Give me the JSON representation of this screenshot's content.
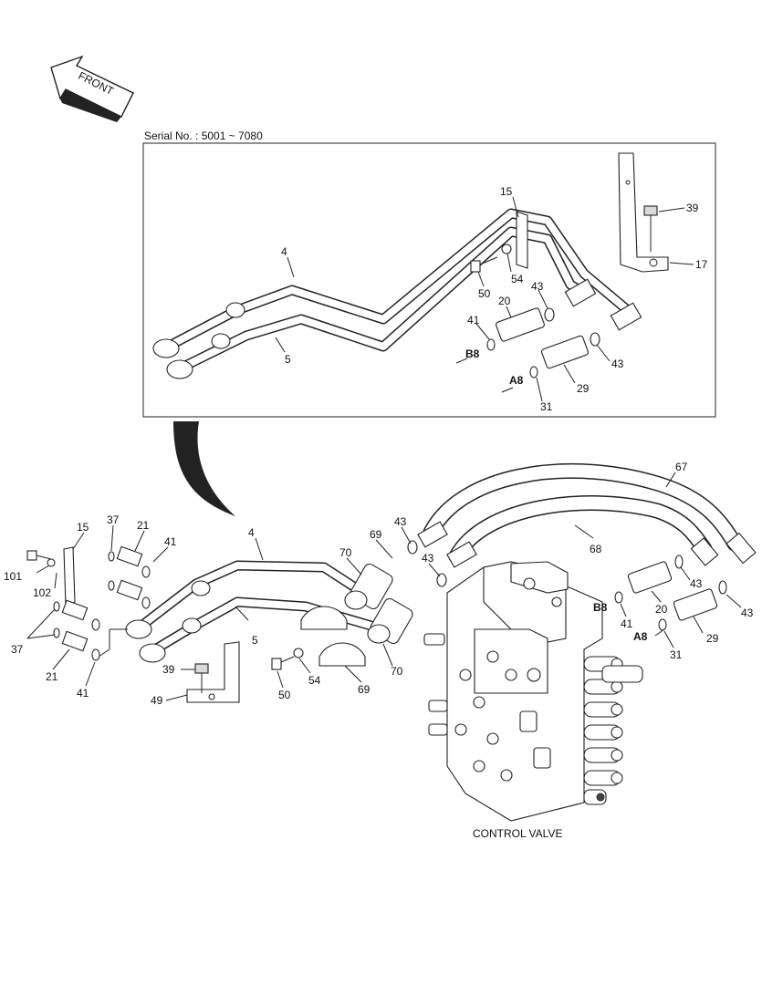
{
  "front_arrow": {
    "label": "FRONT"
  },
  "serial_note": "Serial No. : 5001 ~ 7080",
  "caption": "CONTROL VALVE",
  "inset_labels": {
    "p15": "15",
    "p39": "39",
    "p4": "4",
    "p54": "54",
    "p17": "17",
    "p50": "50",
    "p43a": "43",
    "p20": "20",
    "p41": "41",
    "p5": "5",
    "B8": "B8",
    "p43b": "43",
    "A8": "A8",
    "p29": "29",
    "p31": "31"
  },
  "main_labels": {
    "p67": "67",
    "p37a": "37",
    "p15": "15",
    "p21a": "21",
    "p43a": "43",
    "p4": "4",
    "p69a": "69",
    "p68": "68",
    "p41a": "41",
    "p70a": "70",
    "p43b": "43",
    "p101": "101",
    "p102": "102",
    "p43c": "43",
    "p43d": "43",
    "p20": "20",
    "B8": "B8",
    "p41b": "41",
    "p37b": "37",
    "p5": "5",
    "p29": "29",
    "A8": "A8",
    "p31": "31",
    "p39": "39",
    "p21b": "21",
    "p54": "54",
    "p70b": "70",
    "p41c": "41",
    "p49": "49",
    "p50": "50",
    "p69b": "69"
  },
  "colors": {
    "ink": "#222222",
    "paper": "#ffffff",
    "shade": "#d9d9d9"
  }
}
